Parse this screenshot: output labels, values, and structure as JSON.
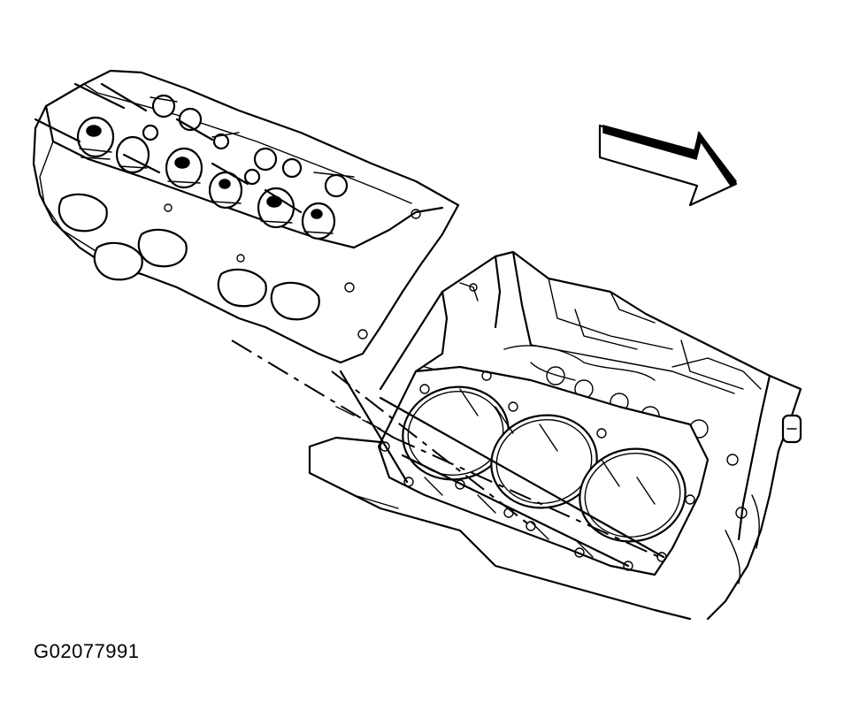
{
  "figure": {
    "code": "G02077991",
    "parts": {
      "cylinder_head": "cylinder-head",
      "engine_block": "engine-block",
      "head_gasket": "head-gasket",
      "direction_arrow": "direction-arrow",
      "alignment_lines": "alignment-lines"
    }
  }
}
